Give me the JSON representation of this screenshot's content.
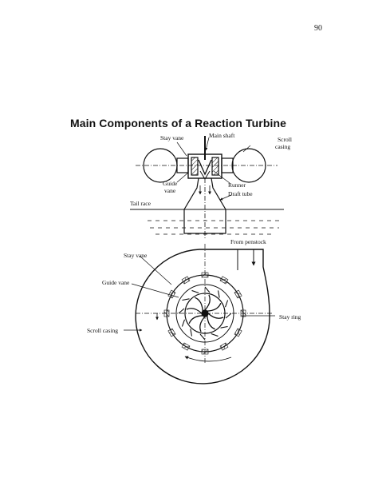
{
  "page_number": "90",
  "title": "Main Components of a Reaction Turbine",
  "elevation_view": {
    "labels": {
      "stay_vane": "Stay vane",
      "main_shaft": "Main shaft",
      "scroll_casing_line1": "Scroll",
      "scroll_casing_line2": "casing",
      "guide_vane_line1": "Guide",
      "guide_vane_line2": "vane",
      "runner": "Runner",
      "draft_tube": "Draft tube",
      "tail_race": "Tail race"
    }
  },
  "plan_view": {
    "labels": {
      "from_penstock": "From penstock",
      "stay_vane": "Stay vane",
      "guide_vane": "Guide vane",
      "stay_ring": "Stay ring",
      "scroll_casing": "Scroll casing"
    }
  },
  "colors": {
    "ink": "#111111",
    "paper": "#ffffff"
  }
}
